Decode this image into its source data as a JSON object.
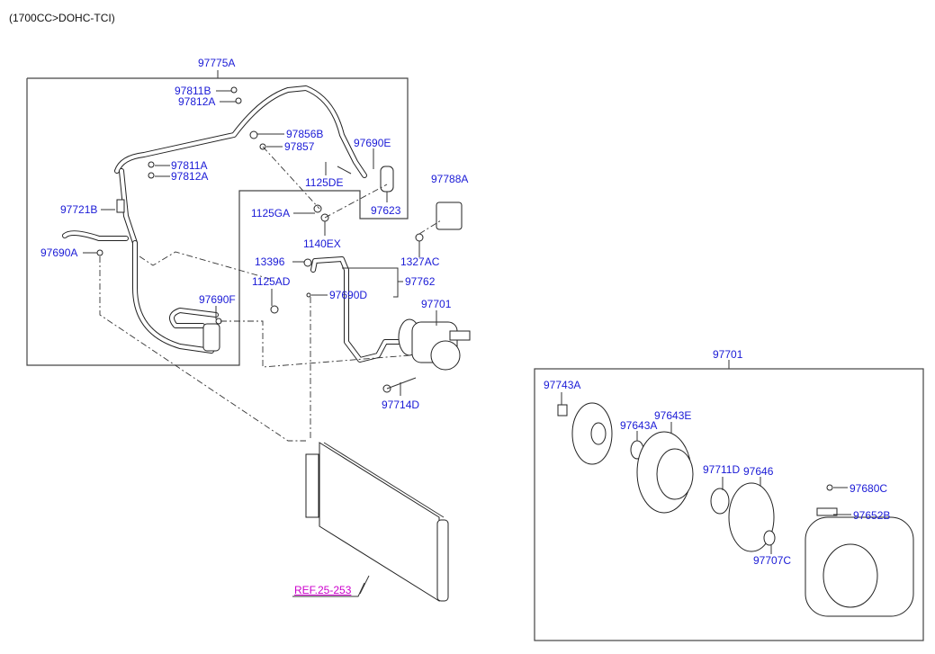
{
  "title": "(1700CC>DOHC-TCI)",
  "groups": {
    "hose_assembly": "97775A",
    "compressor_assembly": "97701"
  },
  "labels": {
    "l97811B": "97811B",
    "l97812A_top": "97812A",
    "l97856B": "97856B",
    "l97857": "97857",
    "l97690E": "97690E",
    "l1125DE": "1125DE",
    "l97623": "97623",
    "l97788A": "97788A",
    "l97811A": "97811A",
    "l97812A_mid": "97812A",
    "l97721B": "97721B",
    "l1125GA": "1125GA",
    "l1140EX": "1140EX",
    "l97690A": "97690A",
    "l13396": "13396",
    "l1327AC": "1327AC",
    "l1125AD": "1125AD",
    "l97762": "97762",
    "l97690D": "97690D",
    "l97690F": "97690F",
    "l97701_main": "97701",
    "l97714D": "97714D",
    "l97743A": "97743A",
    "l97643E": "97643E",
    "l97643A": "97643A",
    "l97711D": "97711D",
    "l97646": "97646",
    "l97680C": "97680C",
    "l97652B": "97652B",
    "l97707C": "97707C"
  },
  "reference_link": "REF.25-253",
  "colors": {
    "label": "#1a1ad6",
    "reference": "#cc00cc",
    "line": "#333333"
  }
}
